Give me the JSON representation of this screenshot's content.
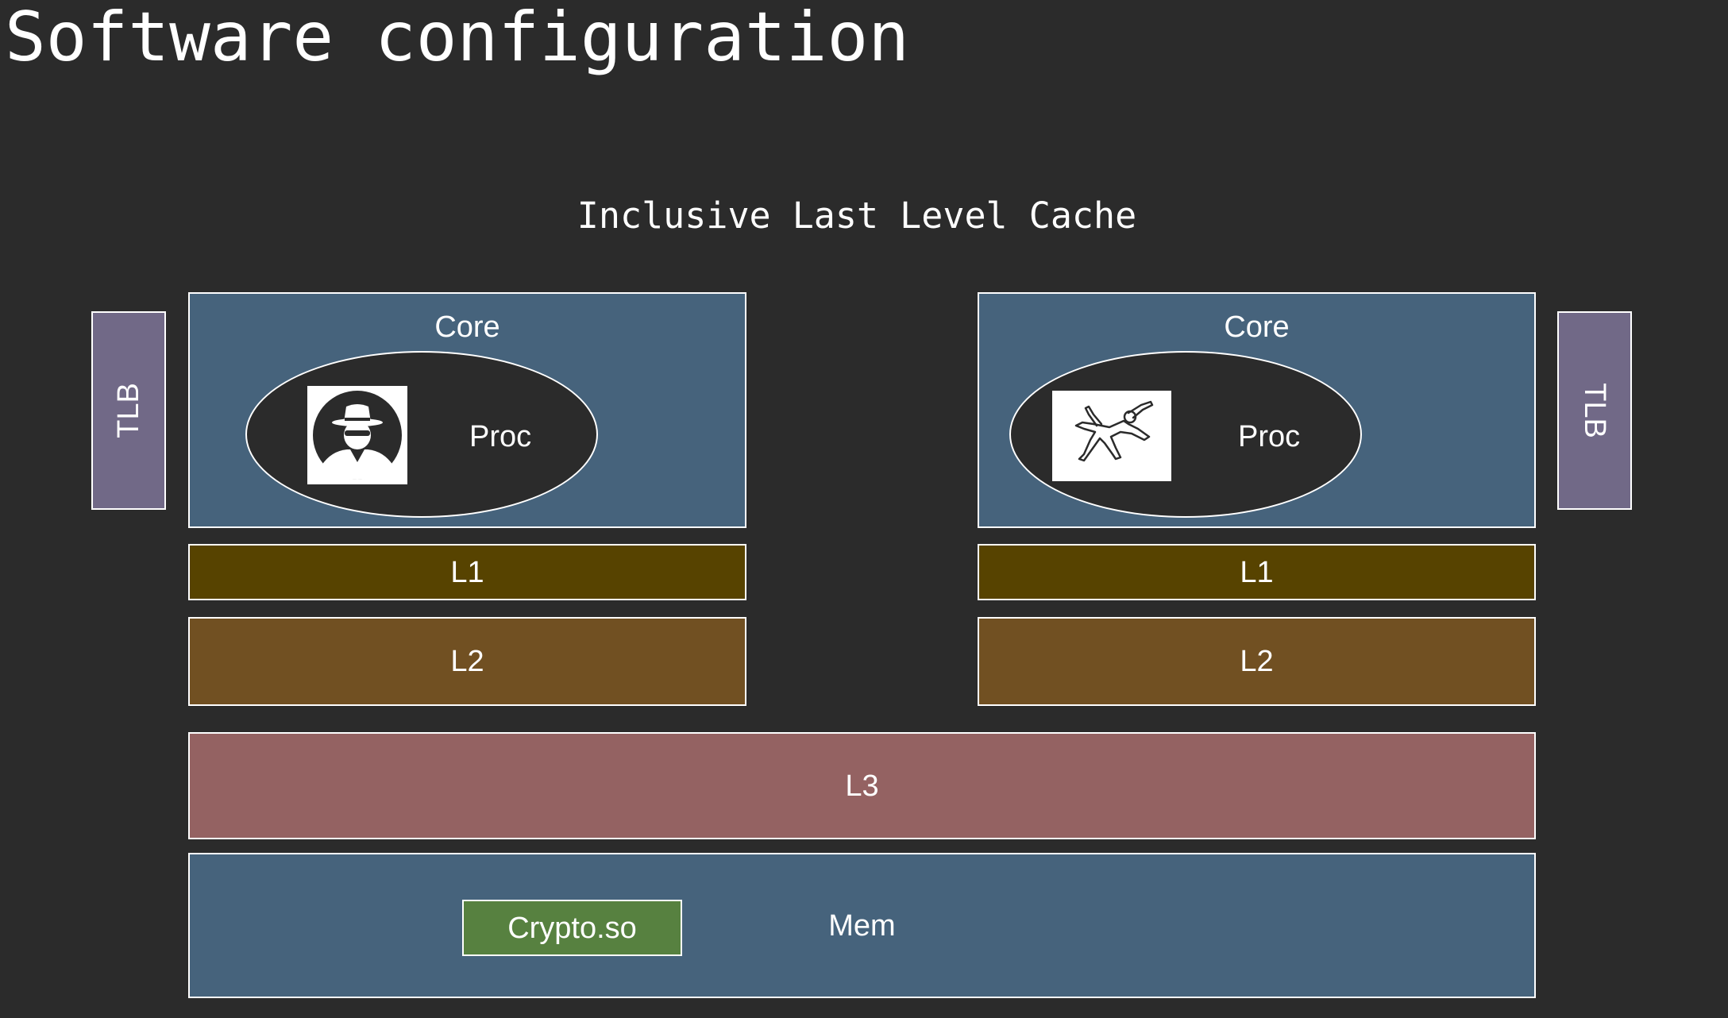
{
  "title": "Software configuration",
  "subtitle": "Inclusive Last Level Cache",
  "left_side": {
    "tlb_label": "TLB",
    "core_label": "Core",
    "proc_label": "Proc",
    "proc_icon": "spy-icon",
    "l1_label": "L1",
    "l2_label": "L2"
  },
  "right_side": {
    "tlb_label": "TLB",
    "core_label": "Core",
    "proc_label": "Proc",
    "proc_icon": "victim-outline-icon",
    "l1_label": "L1",
    "l2_label": "L2"
  },
  "shared": {
    "l3_label": "L3",
    "mem_label": "Mem",
    "crypto_label": "Crypto.so"
  },
  "colors": {
    "background": "#2b2b2b",
    "core": "#46637c",
    "l1": "#574300",
    "l2": "#715022",
    "l3": "#946262",
    "mem": "#46637c",
    "tlb": "#716987",
    "crypto": "#578140"
  }
}
